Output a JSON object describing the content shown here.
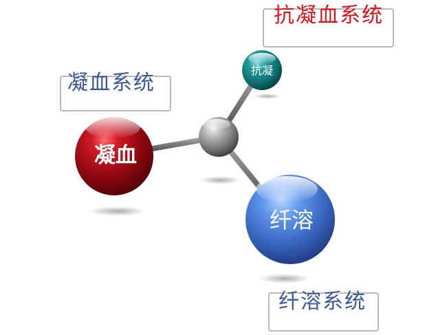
{
  "nodes": {
    "center": {
      "label": ""
    },
    "coagulation": {
      "label": "凝血"
    },
    "anticoagulation": {
      "label": "抗凝"
    },
    "fibrinolysis": {
      "label": "纤溶"
    }
  },
  "labels": {
    "coagulation_system": "凝血系统",
    "anticoagulation_system": "抗凝血系统",
    "fibrinolysis_system": "纤溶系统"
  },
  "colors": {
    "coagulation_ball": "#9b0c12",
    "anticoagulation_ball": "#147f80",
    "fibrinolysis_ball": "#3f72c9",
    "center_ball": "#7d7d7d",
    "blue_text": "#3d5a97",
    "red_text": "#e0131a",
    "box_border": "#b9b9b9"
  }
}
